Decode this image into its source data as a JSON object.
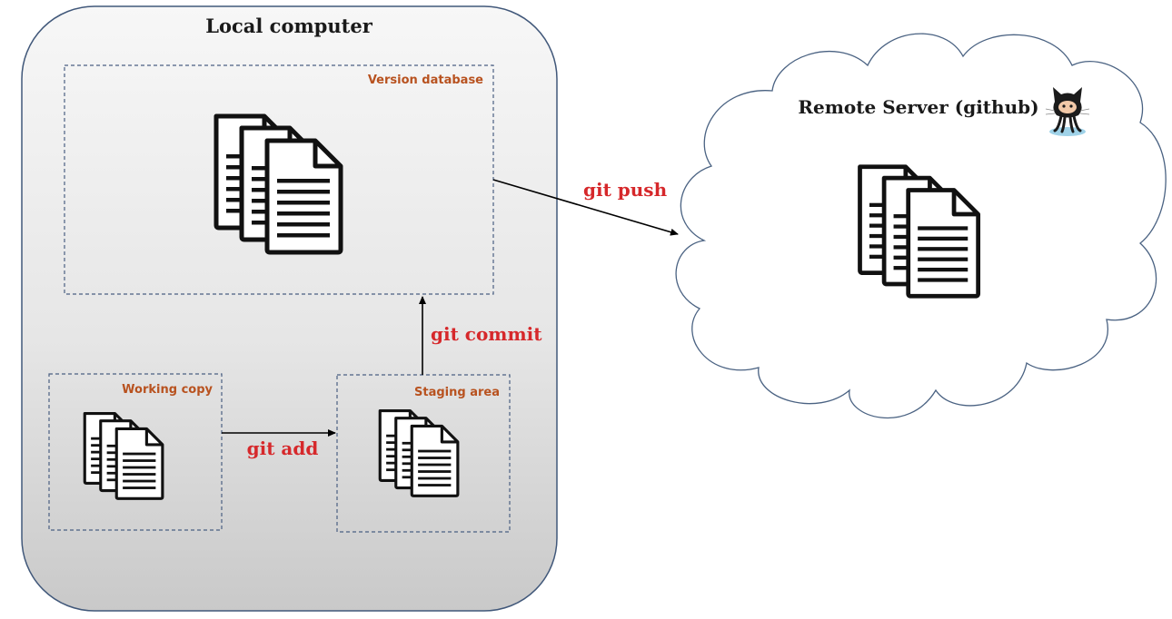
{
  "local": {
    "title": "Local computer",
    "version_database": "Version database",
    "working_copy": "Working copy",
    "staging_area": "Staging area"
  },
  "remote": {
    "title": "Remote Server (github)",
    "mascot_icon": "octocat-icon"
  },
  "commands": {
    "add": "git add",
    "commit": "git commit",
    "push": "git push"
  },
  "colors": {
    "command_red": "#d6282b",
    "area_label_orange": "#b8521f",
    "border_blue": "#41587a",
    "cloud_stroke": "#4a6282"
  }
}
